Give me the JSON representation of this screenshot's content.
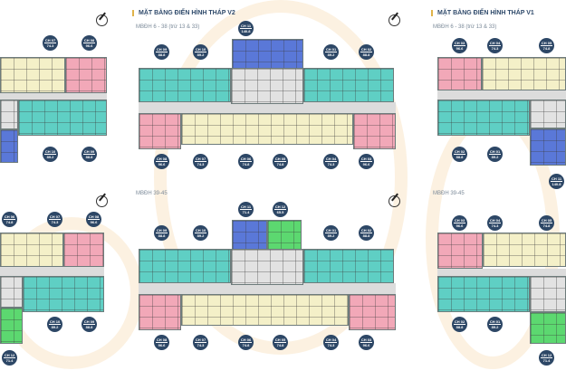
{
  "panels": [
    {
      "id": "v2-top",
      "title": "MẶT BẰNG ĐIỂN HÌNH THÁP V2",
      "subtitle": "MBĐH 6 - 38 (trừ 13 & 33)",
      "badges": [
        {
          "code": "CH 11",
          "area": "140.8"
        },
        {
          "code": "CH 09",
          "area": "88.8"
        },
        {
          "code": "CH 10",
          "area": "89.2"
        },
        {
          "code": "CH 01",
          "area": "89.2"
        },
        {
          "code": "CH 02",
          "area": "88.8"
        },
        {
          "code": "CH 08",
          "area": "96.6"
        },
        {
          "code": "CH 07",
          "area": "74.3"
        },
        {
          "code": "CH 06",
          "area": "74.8"
        },
        {
          "code": "CH 05",
          "area": "74.8"
        },
        {
          "code": "CH 04",
          "area": "74.3"
        },
        {
          "code": "CH 03",
          "area": "96.6"
        }
      ]
    },
    {
      "id": "v2-bottom",
      "subtitle": "MBĐH 39-45",
      "badges": [
        {
          "code": "CH 11",
          "area": "71.4"
        },
        {
          "code": "CH 12",
          "area": "65.5"
        },
        {
          "code": "CH 09",
          "area": "88.8"
        },
        {
          "code": "CH 10",
          "area": "89.2"
        },
        {
          "code": "CH 01",
          "area": "89.2"
        },
        {
          "code": "CH 02",
          "area": "88.8"
        },
        {
          "code": "CH 08",
          "area": "96.6"
        },
        {
          "code": "CH 07",
          "area": "74.3"
        },
        {
          "code": "CH 06",
          "area": "74.8"
        },
        {
          "code": "CH 05",
          "area": "74.8"
        },
        {
          "code": "CH 04",
          "area": "74.3"
        },
        {
          "code": "CH 03",
          "area": "96.6"
        }
      ]
    },
    {
      "id": "v1-top",
      "title": "MẶT BẰNG ĐIỂN HÌNH THÁP V1",
      "subtitle": "MBĐH 6 - 38 (trừ 13 & 33)",
      "badges": [
        {
          "code": "CH 03",
          "area": "96.6"
        },
        {
          "code": "CH 04",
          "area": "74.3"
        },
        {
          "code": "CH 05",
          "area": "74.8"
        },
        {
          "code": "CH 02",
          "area": "88.8"
        },
        {
          "code": "CH 01",
          "area": "89.2"
        },
        {
          "code": "CH 11",
          "area": "140.8"
        }
      ]
    },
    {
      "id": "v1-bottom",
      "subtitle": "MBĐH 39-45",
      "badges": [
        {
          "code": "CH 03",
          "area": "96.6"
        },
        {
          "code": "CH 04",
          "area": "74.3"
        },
        {
          "code": "CH 05",
          "area": "74.8"
        },
        {
          "code": "CH 02",
          "area": "88.8"
        },
        {
          "code": "CH 01",
          "area": "89.2"
        },
        {
          "code": "CH 12",
          "area": "71.4"
        }
      ]
    },
    {
      "id": "left-top",
      "badges": [
        {
          "code": "CH 07",
          "area": "74.3"
        },
        {
          "code": "CH 08",
          "area": "96.6"
        },
        {
          "code": "CH 10",
          "area": "89.2"
        },
        {
          "code": "CH 09",
          "area": "88.8"
        }
      ]
    },
    {
      "id": "left-bottom",
      "badges": [
        {
          "code": "CH 06",
          "area": "74.8"
        },
        {
          "code": "CH 07",
          "area": "74.3"
        },
        {
          "code": "CH 08",
          "area": "96.6"
        },
        {
          "code": "CH 10",
          "area": "89.2"
        },
        {
          "code": "CH 09",
          "area": "88.8"
        },
        {
          "code": "CH 12",
          "area": "71.4"
        }
      ]
    }
  ]
}
